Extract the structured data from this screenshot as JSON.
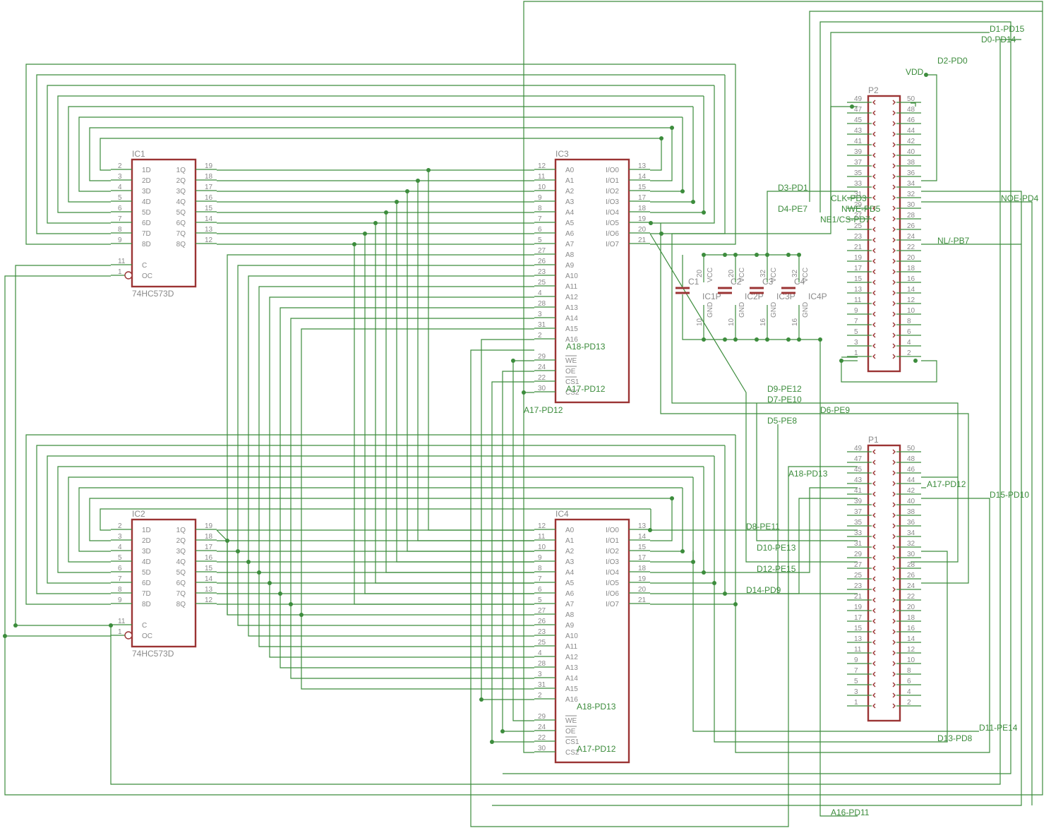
{
  "chips": {
    "ic1": {
      "name": "IC1",
      "value": "74HC573D"
    },
    "ic2": {
      "name": "IC2",
      "value": "74HC573D"
    },
    "ic3": {
      "name": "IC3"
    },
    "ic4": {
      "name": "IC4"
    }
  },
  "latch_pins": {
    "left": [
      {
        "num": "2",
        "label": "1D"
      },
      {
        "num": "3",
        "label": "2D"
      },
      {
        "num": "4",
        "label": "3D"
      },
      {
        "num": "5",
        "label": "4D"
      },
      {
        "num": "6",
        "label": "5D"
      },
      {
        "num": "7",
        "label": "6D"
      },
      {
        "num": "8",
        "label": "7D"
      },
      {
        "num": "9",
        "label": "8D"
      }
    ],
    "right": [
      {
        "num": "19",
        "label": "1Q"
      },
      {
        "num": "18",
        "label": "2Q"
      },
      {
        "num": "17",
        "label": "3Q"
      },
      {
        "num": "16",
        "label": "4Q"
      },
      {
        "num": "15",
        "label": "5Q"
      },
      {
        "num": "14",
        "label": "6Q"
      },
      {
        "num": "13",
        "label": "7Q"
      },
      {
        "num": "12",
        "label": "8Q"
      }
    ],
    "ctrl": [
      {
        "num": "11",
        "label": "C"
      },
      {
        "num": "1",
        "label": "OC"
      }
    ]
  },
  "sram_pins": {
    "left": [
      {
        "num": "12",
        "label": "A0"
      },
      {
        "num": "11",
        "label": "A1"
      },
      {
        "num": "10",
        "label": "A2"
      },
      {
        "num": "9",
        "label": "A3"
      },
      {
        "num": "8",
        "label": "A4"
      },
      {
        "num": "7",
        "label": "A5"
      },
      {
        "num": "6",
        "label": "A6"
      },
      {
        "num": "5",
        "label": "A7"
      },
      {
        "num": "27",
        "label": "A8"
      },
      {
        "num": "26",
        "label": "A9"
      },
      {
        "num": "23",
        "label": "A10"
      },
      {
        "num": "25",
        "label": "A11"
      },
      {
        "num": "4",
        "label": "A12"
      },
      {
        "num": "28",
        "label": "A13"
      },
      {
        "num": "3",
        "label": "A14"
      },
      {
        "num": "31",
        "label": "A15"
      },
      {
        "num": "2",
        "label": "A16"
      }
    ],
    "ctrl": [
      {
        "num": "29",
        "label": "WE"
      },
      {
        "num": "24",
        "label": "OE"
      },
      {
        "num": "22",
        "label": "CS1"
      },
      {
        "num": "30",
        "label": "CS2"
      }
    ],
    "right": [
      {
        "num": "13",
        "label": "I/O0"
      },
      {
        "num": "14",
        "label": "I/O1"
      },
      {
        "num": "15",
        "label": "I/O2"
      },
      {
        "num": "17",
        "label": "I/O3"
      },
      {
        "num": "18",
        "label": "I/O4"
      },
      {
        "num": "19",
        "label": "I/O5"
      },
      {
        "num": "20",
        "label": "I/O6"
      },
      {
        "num": "21",
        "label": "I/O7"
      }
    ]
  },
  "headers": {
    "p1": {
      "name": "P1"
    },
    "p2": {
      "name": "P2"
    },
    "odd": [
      "49",
      "47",
      "45",
      "43",
      "41",
      "39",
      "37",
      "35",
      "33",
      "31",
      "29",
      "27",
      "25",
      "23",
      "21",
      "19",
      "17",
      "15",
      "13",
      "11",
      "9",
      "7",
      "5",
      "3",
      "1"
    ],
    "even": [
      "50",
      "48",
      "46",
      "44",
      "42",
      "40",
      "38",
      "36",
      "34",
      "32",
      "30",
      "28",
      "26",
      "24",
      "22",
      "20",
      "18",
      "16",
      "14",
      "12",
      "10",
      "8",
      "6",
      "4",
      "2"
    ]
  },
  "caps": [
    {
      "name": "C1",
      "part": "IC1P",
      "vpin": "20",
      "gpin": "10",
      "vcc": "VCC",
      "gnd": "GND"
    },
    {
      "name": "C2",
      "part": "IC2P",
      "vpin": "20",
      "gpin": "10",
      "vcc": "VCC",
      "gnd": "GND"
    },
    {
      "name": "C3",
      "part": "IC3P",
      "vpin": "32",
      "gpin": "16",
      "vcc": "VCC",
      "gnd": "GND"
    },
    {
      "name": "C4",
      "part": "IC4P",
      "vpin": "32",
      "gpin": "16",
      "vcc": "VCC",
      "gnd": "GND"
    }
  ],
  "nets": {
    "d1": "D1-PD15",
    "d0": "D0-PD14",
    "d2": "D2-PD0",
    "vdd": "VDD",
    "d3": "D3-PD1",
    "clk": "CLK-PD3",
    "nwe": "NWE-PD5",
    "d4": "D4-PE7",
    "ne1": "NE1/CS-PD7",
    "noe": "NOE-PD4",
    "nl": "NL/-PB7",
    "a18_ic3": "A18-PD13",
    "a17_ic3": "A17-PD12",
    "a17_ic3b": "A17-PD12",
    "d9": "D9-PE12",
    "d7": "D7-PE10",
    "d6": "D6-PE9",
    "d5": "D5-PE8",
    "a18_p1": "A18-PD13",
    "a17_p1": "A17-PD12",
    "d15": "D15-PD10",
    "d8": "D8-PE11",
    "d10": "D10-PE13",
    "d12": "D12-PE15",
    "d14": "D14-PD9",
    "a18_ic4": "A18-PD13",
    "a17_ic4": "A17-PD12",
    "d11": "D11-PE14",
    "d13": "D13-PD8",
    "a16": "A16-PD11"
  },
  "colors": {
    "wire": "#3c8c3c",
    "part": "#9b3434",
    "label": "#8a8a8a"
  }
}
